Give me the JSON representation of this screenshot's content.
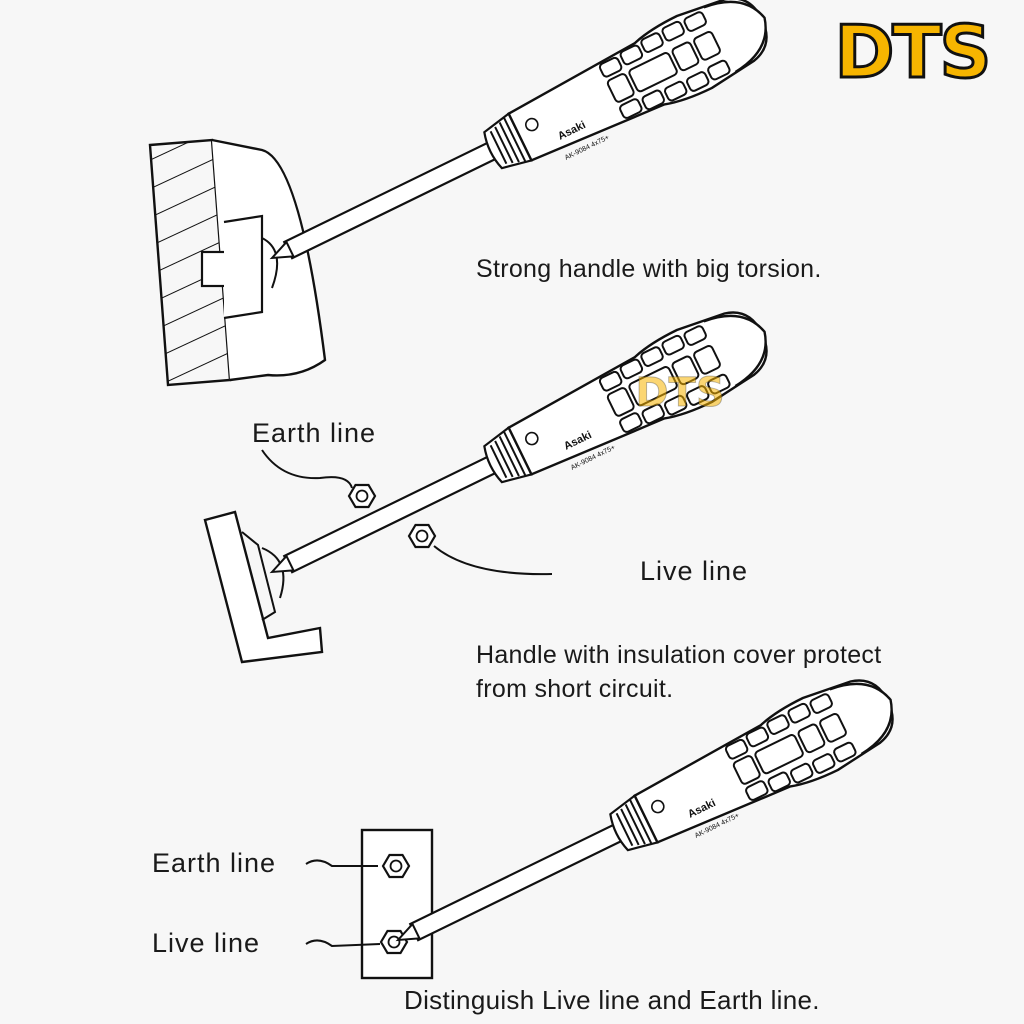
{
  "brand": {
    "logo_text": "DTS",
    "handle_brand": "Asaki",
    "handle_model": "AK-9084 4x75+",
    "color_logo": "#f7b500"
  },
  "panel1": {
    "caption": "Strong handle with big torsion."
  },
  "panel2": {
    "earth_label": "Earth line",
    "live_label": "Live line",
    "caption_line1": "Handle with insulation cover protect",
    "caption_line2": "from short circuit."
  },
  "panel3": {
    "earth_label": "Earth line",
    "live_label": "Live line",
    "caption": "Distinguish Live line and Earth line."
  }
}
